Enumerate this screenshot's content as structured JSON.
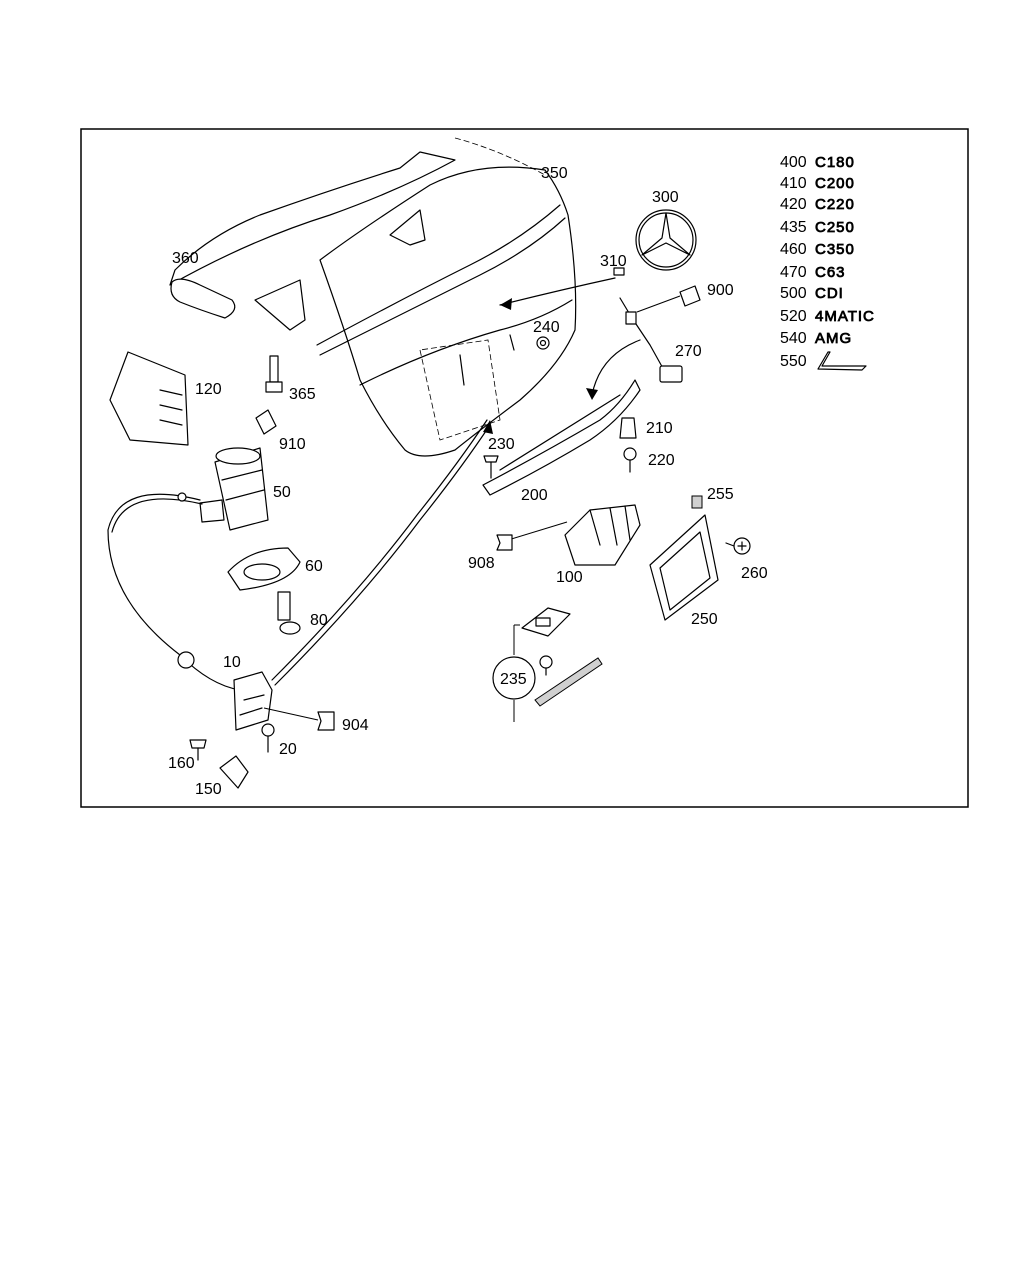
{
  "diagram": {
    "callouts": [
      "350",
      "360",
      "300",
      "310",
      "900",
      "240",
      "270",
      "120",
      "365",
      "910",
      "50",
      "230",
      "210",
      "220",
      "200",
      "255",
      "908",
      "100",
      "260",
      "60",
      "80",
      "250",
      "10",
      "904",
      "20",
      "160",
      "150",
      "235"
    ],
    "badges": [
      {
        "number": "400",
        "text": "C180"
      },
      {
        "number": "410",
        "text": "C200"
      },
      {
        "number": "420",
        "text": "C220"
      },
      {
        "number": "435",
        "text": "C250"
      },
      {
        "number": "460",
        "text": "C350"
      },
      {
        "number": "470",
        "text": "C63"
      },
      {
        "number": "500",
        "text": "CDI"
      },
      {
        "number": "520",
        "text": "4MATIC"
      },
      {
        "number": "540",
        "text": "AMG"
      },
      {
        "number": "550",
        "text": ""
      }
    ]
  }
}
